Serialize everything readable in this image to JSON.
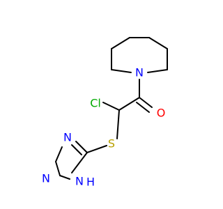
{
  "atoms": {
    "n_piperidine": {
      "label": "N",
      "color": "#0000ff"
    },
    "o_carbonyl": {
      "label": "O",
      "color": "#ff0000"
    },
    "cl": {
      "label": "Cl",
      "color": "#00aa00"
    },
    "s": {
      "label": "S",
      "color": "#b8a000"
    },
    "n_triazole_upper": {
      "label": "N",
      "color": "#0000ff"
    },
    "n_triazole_left": {
      "label": "N",
      "color": "#0000ff"
    },
    "n_triazole_nh": {
      "label": "N",
      "color": "#0000ff"
    },
    "nh_h": {
      "label": "H",
      "color": "#0000ff"
    }
  },
  "colors": {
    "bond": "#000000",
    "background": "#ffffff"
  }
}
